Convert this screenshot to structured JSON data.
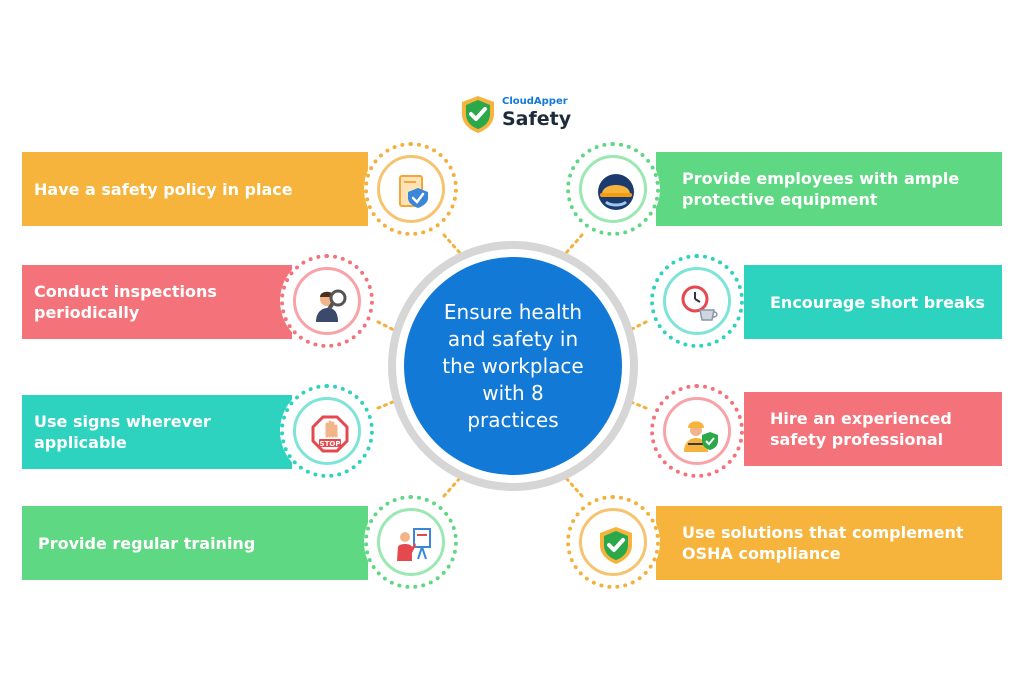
{
  "logo": {
    "brand": "CloudApper",
    "product": "Safety",
    "shield_color": "#2aa84a"
  },
  "center": {
    "text": "Ensure health\nand safety in\nthe workplace\nwith 8\npractices",
    "color": "#1279d6"
  },
  "colors": {
    "orange": "#f6b43c",
    "red": "#f4727a",
    "teal": "#2ed3c0",
    "green": "#5fd883"
  },
  "left_items": [
    {
      "label": "Have a safety policy in place",
      "icon": "document-shield-icon",
      "color": "#f6b43c"
    },
    {
      "label": "Conduct inspections\nperiodically",
      "icon": "inspector-magnifier-icon",
      "color": "#f4727a"
    },
    {
      "label": "Use signs wherever\napplicable",
      "icon": "stop-sign-icon",
      "color": "#2ed3c0",
      "icon_text": "STOP"
    },
    {
      "label": "Provide regular training",
      "icon": "trainer-board-icon",
      "color": "#5fd883"
    }
  ],
  "right_items": [
    {
      "label": "Provide employees with ample\nprotective equipment",
      "icon": "hard-hat-icon",
      "color": "#5fd883"
    },
    {
      "label": "Encourage short breaks",
      "icon": "clock-coffee-icon",
      "color": "#2ed3c0"
    },
    {
      "label": "Hire an experienced\nsafety professional",
      "icon": "safety-worker-icon",
      "color": "#f4727a"
    },
    {
      "label": "Use solutions that complement\nOSHA compliance",
      "icon": "shield-check-icon",
      "color": "#f6b43c"
    }
  ]
}
